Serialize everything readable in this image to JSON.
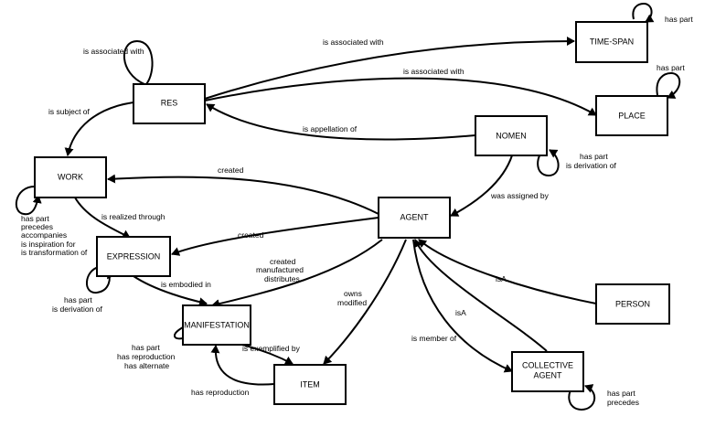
{
  "nodes": {
    "res": "RES",
    "time_span": "TIME-SPAN",
    "place": "PLACE",
    "nomen": "NOMEN",
    "work": "WORK",
    "agent": "AGENT",
    "expression": "EXPRESSION",
    "manifestation": "MANIFESTATION",
    "item": "ITEM",
    "person": "PERSON",
    "collective_agent": [
      "COLLECTIVE",
      "AGENT"
    ]
  },
  "relations": {
    "res_self": "is associated with",
    "res_timespan": "is associated with",
    "res_place": "is associated with",
    "timespan_self": "has part",
    "place_self": "has part",
    "nomen_res": "is appellation of",
    "nomen_self": [
      "has part",
      "is derivation of"
    ],
    "res_work": "is subject of",
    "agent_work": "created",
    "nomen_agent": "was assigned by",
    "work_self": [
      "has part",
      "precedes",
      "accompanies",
      "is inspiration for",
      "is transformation of"
    ],
    "work_expression": "is realized through",
    "agent_expression": "created",
    "agent_manifestation": [
      "created",
      "manufactured",
      "distributes"
    ],
    "expression_manifestation": "is embodied in",
    "expression_self": [
      "has part",
      "is derivation of"
    ],
    "agent_item": [
      "owns",
      "modified"
    ],
    "person_agent": "isA",
    "collective_agent_isa": "isA",
    "agent_collective": "is member of",
    "manifestation_item": "is exemplified by",
    "manifestation_self": [
      "has part",
      "has reproduction",
      "has alternate"
    ],
    "item_manifestation": "has reproduction",
    "collective_self": [
      "has part",
      "precedes"
    ]
  }
}
